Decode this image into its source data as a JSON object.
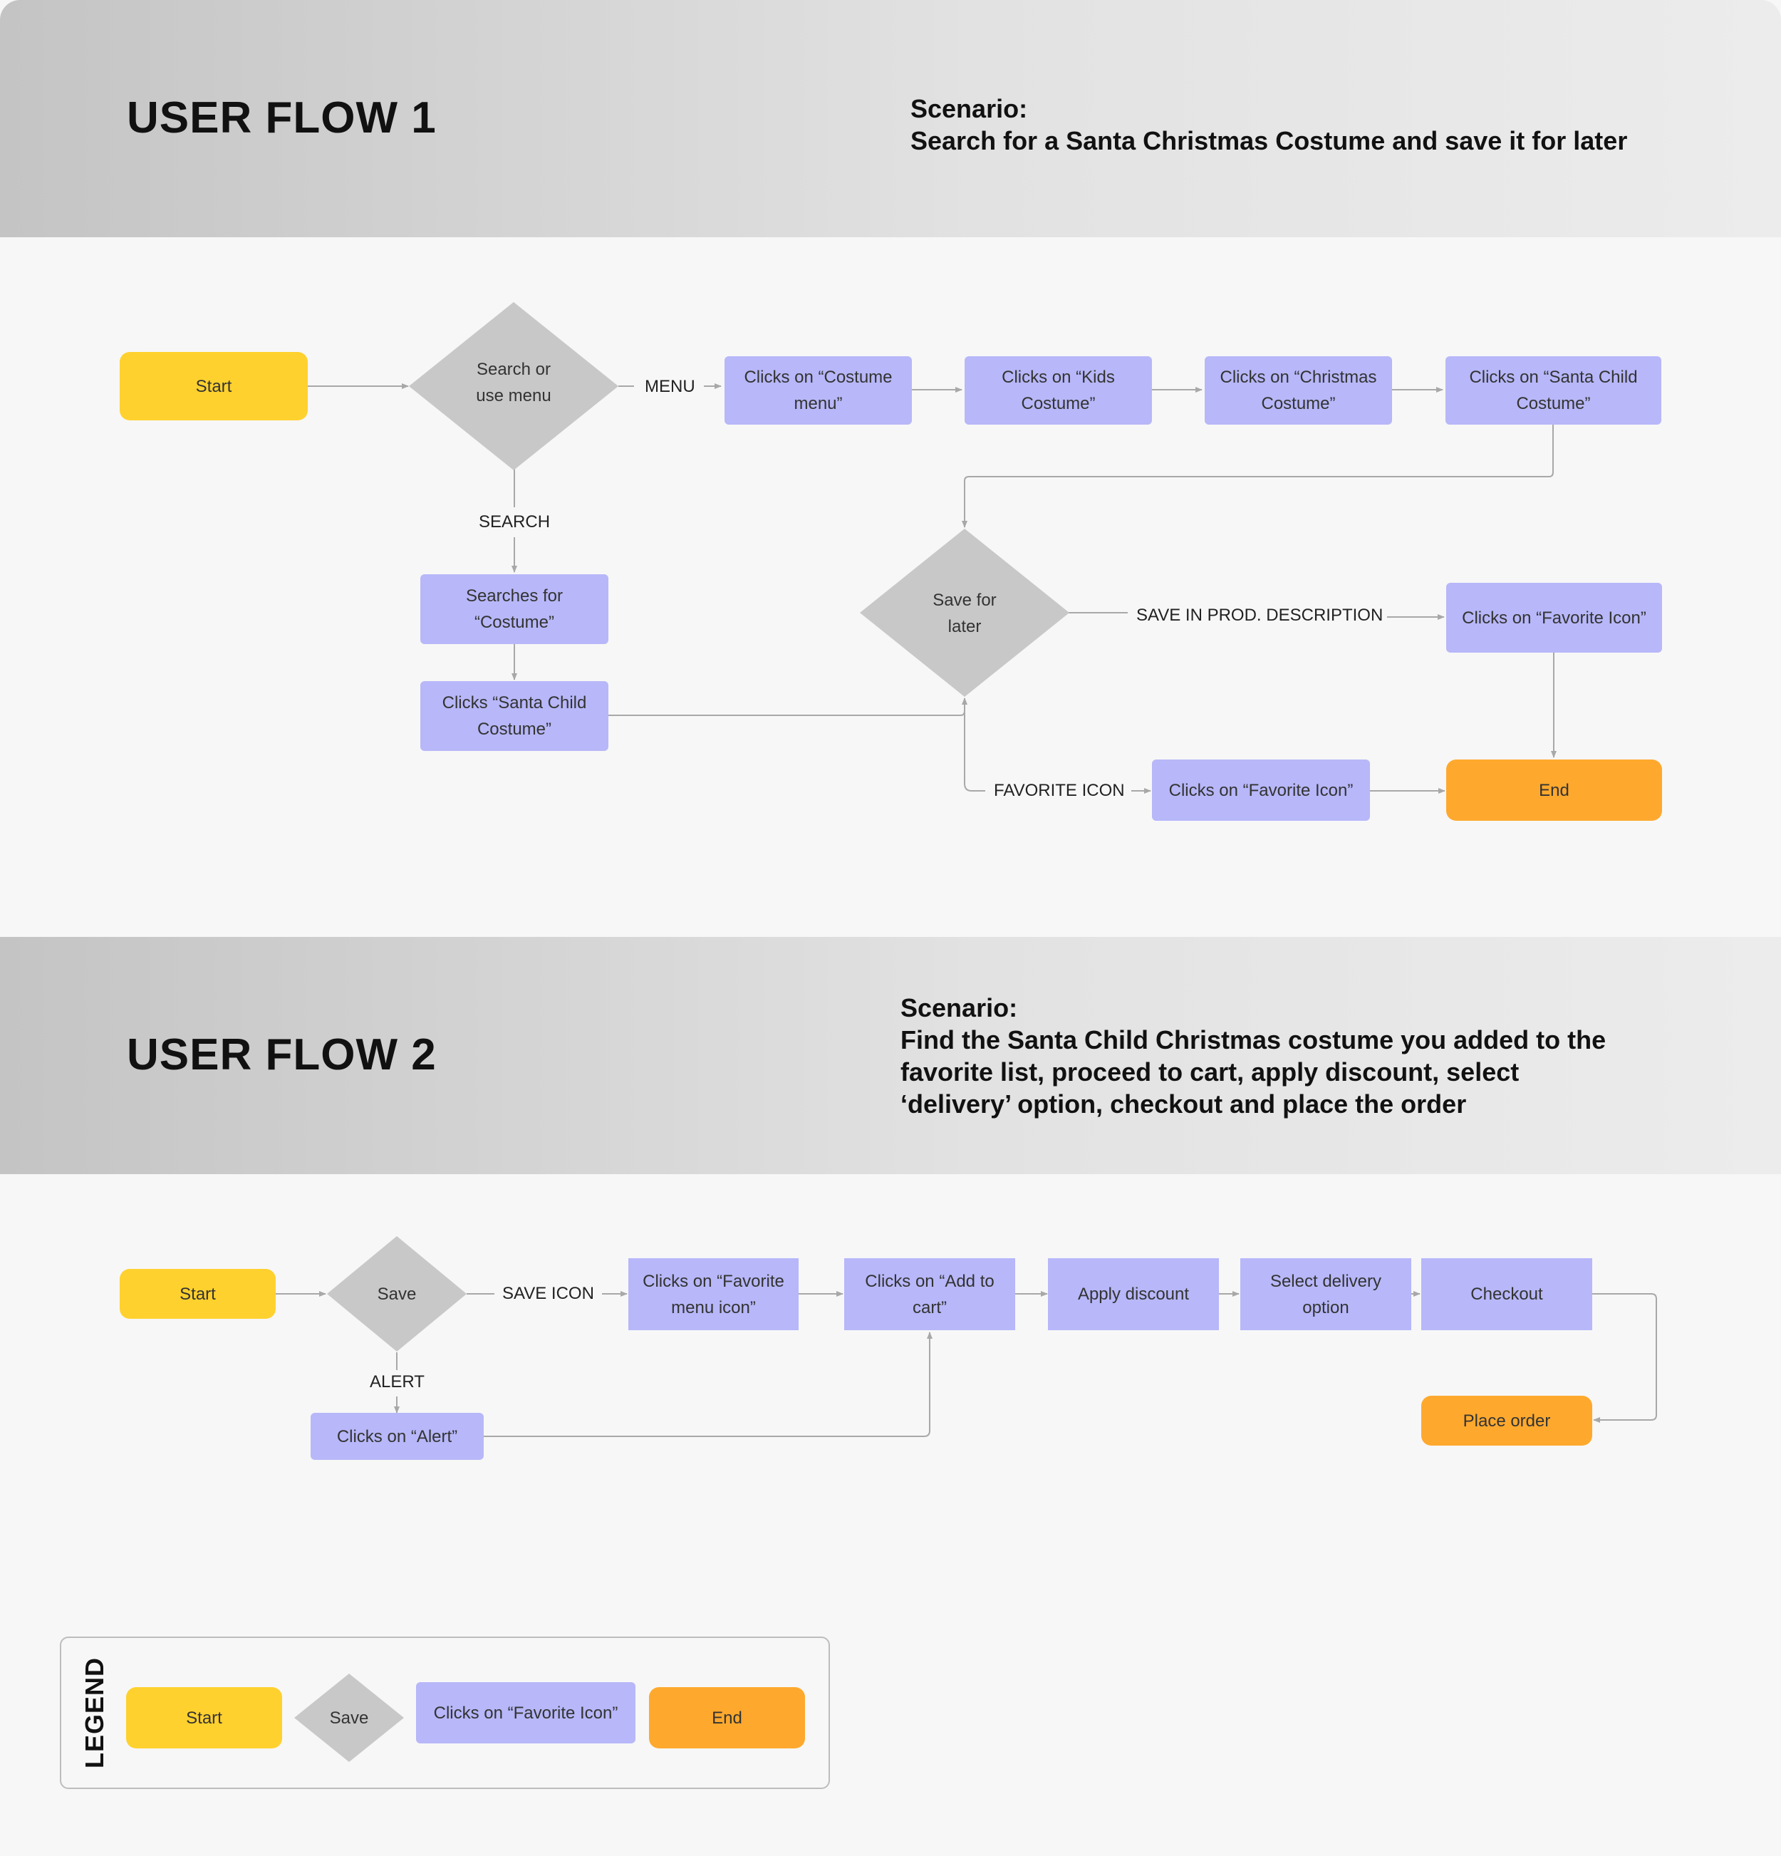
{
  "flow1": {
    "title": "USER FLOW 1",
    "scenario": [
      "Scenario:",
      "Search for a Santa Christmas Costume and save it for later"
    ],
    "nodes": {
      "start": "Start",
      "decision_search_menu": [
        "Search or",
        "use menu"
      ],
      "costume_menu": [
        "Clicks on “Costume",
        "menu”"
      ],
      "kids_costume": [
        "Clicks on “Kids",
        "Costume”"
      ],
      "christmas_costume": [
        "Clicks on “Christmas",
        "Costume”"
      ],
      "santa_child_costume": [
        "Clicks on “Santa Child",
        "Costume”"
      ],
      "searches_for_costume": [
        "Searches for",
        "“Costume”"
      ],
      "clicks_santa_child": [
        "Clicks “Santa Child",
        "Costume”"
      ],
      "decision_save_for_later": [
        "Save for",
        "later"
      ],
      "favorite_icon_desc": "Clicks on “Favorite Icon”",
      "favorite_icon_direct": "Clicks on “Favorite Icon”",
      "end": "End"
    },
    "edge_labels": {
      "menu": "MENU",
      "search": "SEARCH",
      "save_in_prod_description": "SAVE IN PROD. DESCRIPTION",
      "favorite_icon": "FAVORITE ICON"
    }
  },
  "flow2": {
    "title": "USER FLOW 2",
    "scenario": [
      "Scenario:",
      "Find the Santa Child Christmas costume you added to the",
      "favorite list, proceed to cart, apply discount, select",
      "‘delivery’ option, checkout and place the order"
    ],
    "nodes": {
      "start": "Start",
      "decision_save": "Save",
      "favorite_menu_icon": [
        "Clicks on “Favorite",
        "menu icon”"
      ],
      "add_to_cart": [
        "Clicks on “Add to",
        "cart”"
      ],
      "apply_discount": "Apply discount",
      "select_delivery": [
        "Select delivery",
        "option"
      ],
      "checkout": "Checkout",
      "clicks_alert": "Clicks on “Alert”",
      "place_order": "Place order"
    },
    "edge_labels": {
      "save_icon": "SAVE ICON",
      "alert": "ALERT"
    }
  },
  "legend": {
    "title": "LEGEND",
    "start": "Start",
    "decision": "Save",
    "action": "Clicks on “Favorite Icon”",
    "end": "End"
  },
  "colors": {
    "start": "#ffd12e",
    "end": "#fea92e",
    "action": "#b7b7f9",
    "decision": "#c8c8c8",
    "connector": "#a8a8a8"
  }
}
